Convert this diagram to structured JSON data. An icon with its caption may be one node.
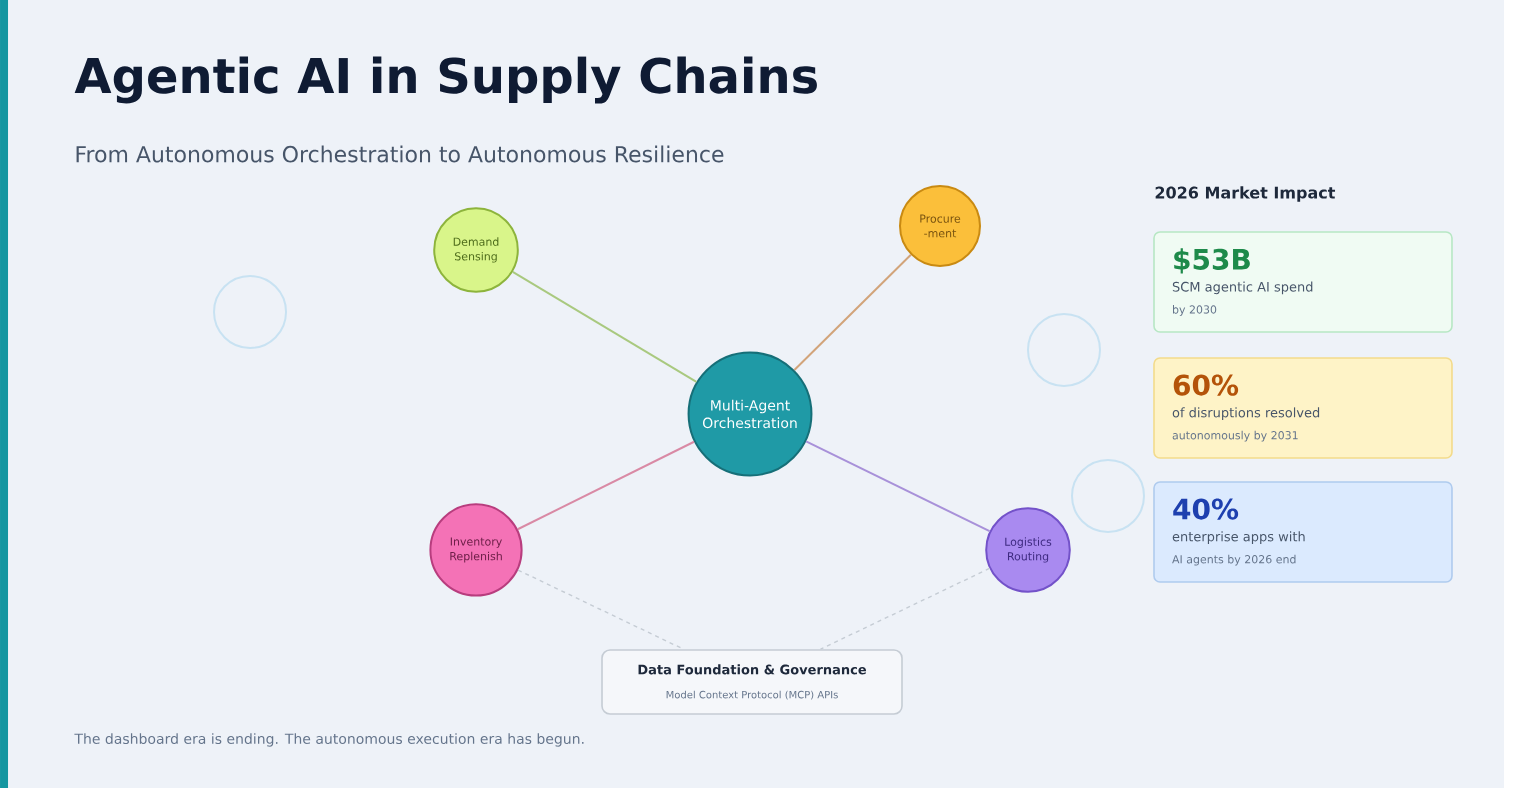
{
  "diagram": {
    "title": "Agentic AI in Supply Chains",
    "caption": "The dashboard era is ending. The autonomous execution era has begun.",
    "nodes": [
      {
        "text": [
          "Multi-Agent Orchestration"
        ]
      },
      {
        "text": [
          "Demand Sensing"
        ]
      },
      {
        "text": [
          "Procure -ment"
        ]
      },
      {
        "text": [
          "Inventory Replenish"
        ]
      },
      {
        "text": [
          "Logistics Routing"
        ]
      },
      {
        "text": [
          "Data Foundation & Governance",
          "Model Context Protocol (MCP) APIs"
        ]
      },
      {
        "text": [
          "$53B",
          "SCM agentic AI spend",
          "by 2030"
        ]
      },
      {
        "text": [
          "60%",
          "of disruptions resolved",
          "autonomously by 2031"
        ]
      },
      {
        "text": [
          "40%",
          "enterprise apps with",
          "AI agents by 2026 end"
        ]
      },
      {
        "text": [],
        "shape": "circle"
      },
      {
        "text": [],
        "shape": "circle"
      },
      {
        "text": [],
        "shape": "circle"
      }
    ],
    "edges": [
      {
        "from": 0,
        "to": 1,
        "arrow": "none",
        "color": "#a9c97f"
      },
      {
        "from": 0,
        "to": 2,
        "arrow": "none",
        "color": "#d2a47a"
      },
      {
        "from": 0,
        "to": 3,
        "arrow": "none",
        "color": "#d98aa5"
      },
      {
        "from": 0,
        "to": 4,
        "arrow": "none",
        "color": "#a891d9"
      },
      {
        "from": 3,
        "to": 5,
        "arrow": "none",
        "style": "dashed",
        "color": "#c5ccd4"
      },
      {
        "from": 4,
        "to": 5,
        "arrow": "none",
        "style": "dashed",
        "color": "#c5ccd4"
      }
    ],
    "labels": [
      "From Autonomous Orchestration to Autonomous Resilience",
      "2026 Market Impact"
    ]
  }
}
